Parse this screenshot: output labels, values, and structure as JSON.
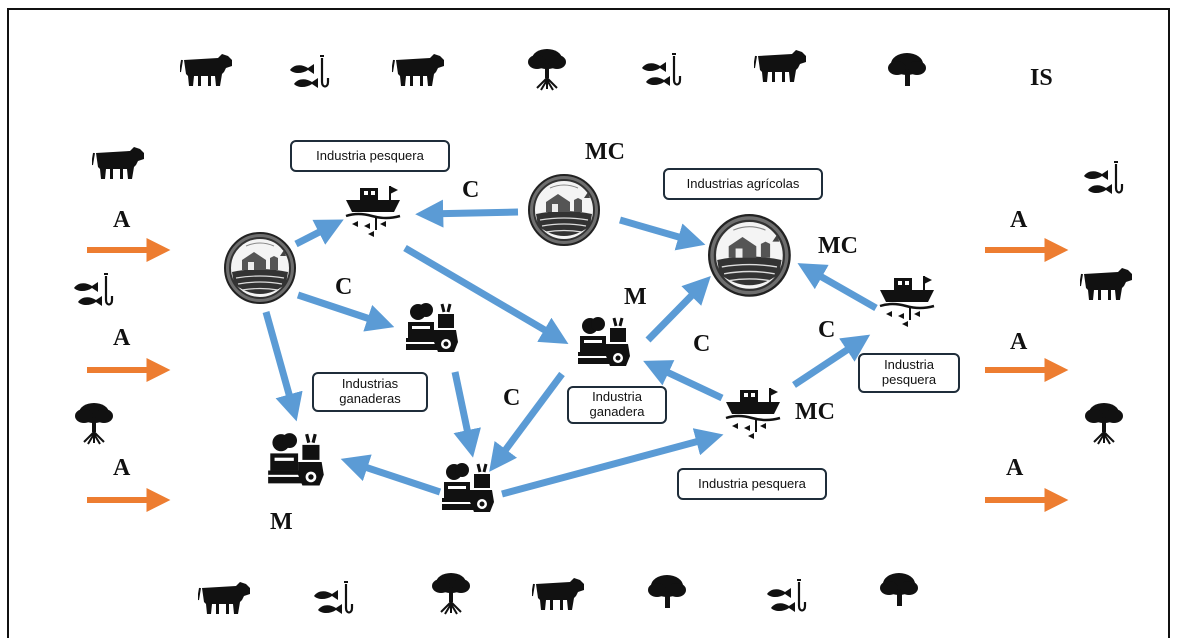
{
  "corner_label": "IS",
  "boxes": {
    "pesquera_top": "Industria pesquera",
    "agricolas": "Industrias agrícolas",
    "ganaderas": "Industrias ganaderas",
    "ganadera": "Industria ganadera",
    "pesquera_right": "Industria pesquera",
    "pesquera_bottom": "Industria pesquera"
  },
  "labels": {
    "mc_top": "MC",
    "mc_right": "MC",
    "mc_boat": "MC",
    "m_center": "M",
    "m_bottom": "M",
    "c_top": "C",
    "c_left": "C",
    "c_center": "C",
    "c_lower": "C",
    "c_right": "C"
  },
  "inputs": [
    "A",
    "A",
    "A"
  ],
  "outputs": [
    "A",
    "A",
    "A"
  ],
  "colors": {
    "link": "#5b9bd5",
    "input_arrow": "#ed7d31",
    "icon": "#111111"
  }
}
